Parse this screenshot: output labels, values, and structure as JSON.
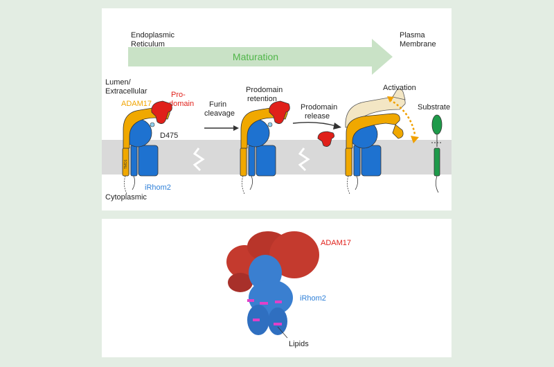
{
  "top_panel": {
    "er_label": [
      "Endoplasmic",
      "Reticulum"
    ],
    "pm_label": [
      "Plasma",
      "Membrane"
    ],
    "maturation": "Maturation",
    "lumen_label": [
      "Lumen/",
      "Extracellular"
    ],
    "cytoplasmic_label": "Cytoplasmic",
    "adam17_label": "ADAM17",
    "prodomain_label": [
      "Pro-",
      "domain"
    ],
    "d475_label": "D475",
    "tmd_label": "TMD1",
    "irhom2_label": "iRhom2",
    "furin_label": [
      "Furin",
      "cleavage"
    ],
    "retention_label": [
      "Prodomain",
      "retention"
    ],
    "release_label": [
      "Prodomain",
      "release"
    ],
    "activation_label": "Activation",
    "substrate_label": "Substrate"
  },
  "bottom_panel": {
    "adam17_label": "ADAM17",
    "irhom2_label": "iRhom2",
    "lipids_label": "Lipids"
  },
  "colors": {
    "adam17": "#f0a800",
    "prodomain": "#e0201a",
    "irhom2": "#1e72d0",
    "membrane": "#d9d9d9",
    "maturation_arrow": "#c9e2c6",
    "substrate": "#1e9a4a",
    "activation_arrow": "#f0a000",
    "structure_red": "#c43a2e",
    "structure_blue": "#3a7fd0",
    "lipids": "#e040c8"
  }
}
